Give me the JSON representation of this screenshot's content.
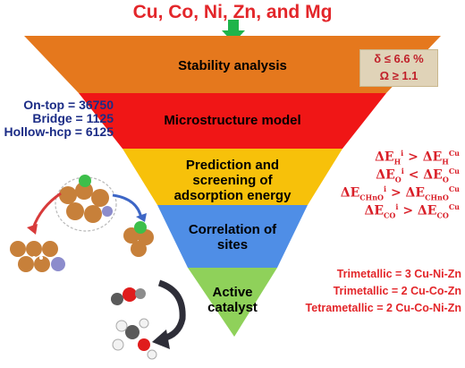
{
  "title": "Cu, Co, Ni, Zn, and Mg",
  "funnel": {
    "levels": [
      {
        "label_lines": [
          "Stability analysis"
        ],
        "color": "#e5781d"
      },
      {
        "label_lines": [
          "Microstructure model"
        ],
        "color": "#f01616"
      },
      {
        "label_lines": [
          "Prediction and",
          "screening of",
          "adsorption energy"
        ],
        "color": "#f7c10a"
      },
      {
        "label_lines": [
          "Correlation of",
          "sites"
        ],
        "color": "#4f8ee6"
      },
      {
        "label_lines": [
          "Active",
          "catalyst"
        ],
        "color": "#8fd15a"
      }
    ]
  },
  "arrow_color": "#1fb44a",
  "stability_conditions": [
    "δ ≤ 6.6 %",
    "Ω ≥ 1.1"
  ],
  "site_counts": [
    {
      "label": "On-top = ",
      "value": "36750"
    },
    {
      "label": "Bridge = ",
      "value": "1125"
    },
    {
      "label": "Hollow-hcp = ",
      "value": "6125"
    }
  ],
  "energy_criteria": [
    {
      "ads": "H",
      "op": ">"
    },
    {
      "ads": "O",
      "op": "<"
    },
    {
      "ads": "CHnO",
      "op": ">"
    },
    {
      "ads": "CO",
      "op": ">"
    }
  ],
  "catalysts": [
    "Trimetallic = 3 Cu-Ni-Zn",
    "Trimetallic = 2 Cu-Co-Zn",
    "Tetrametallic = 2 Cu-Co-Ni-Zn"
  ]
}
